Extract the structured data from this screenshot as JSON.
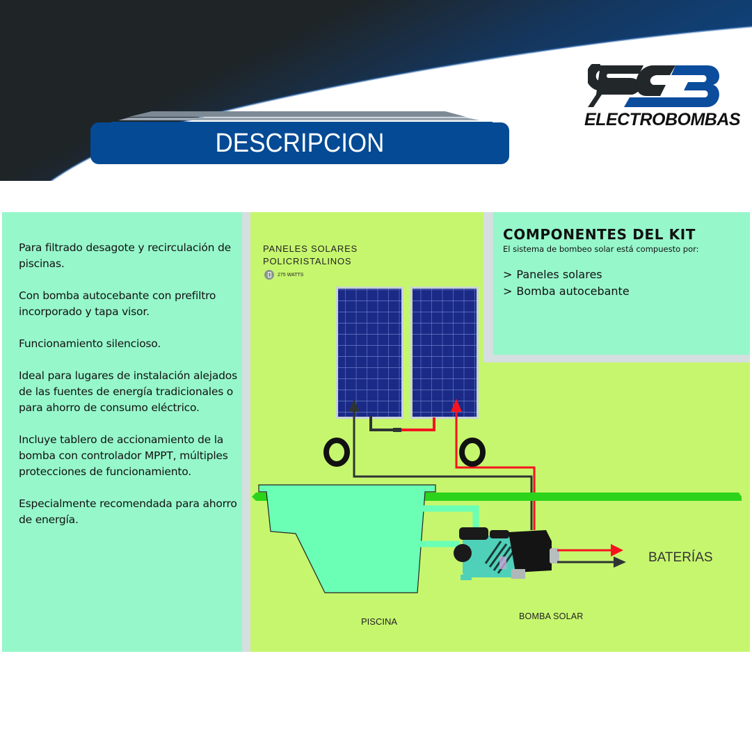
{
  "header": {
    "title": "DESCRIPCION",
    "colors": {
      "banner": "#044A94",
      "swoosh_dark": "#1F2427",
      "swoosh_blue": "#0B4C94"
    }
  },
  "logo": {
    "mark": "SCB",
    "text": "ELECTROBOMBAS",
    "colors": {
      "dark": "#22272A",
      "blue": "#0B4C9C"
    }
  },
  "features": [
    "Para filtrado desagote y recirculación de piscinas.",
    "Con bomba autocebante con prefiltro incorporado y tapa visor.",
    "Funcionamiento silencioso.",
    "Ideal para lugares de instalación alejados de las fuentes de energía tradicionales  o para ahorro de consumo eléctrico.",
    "Incluye tablero de accionamiento de la bomba con controlador MPPT, múltiples protecciones de funcionamiento.",
    "Especialmente recomendada para ahorro de energía."
  ],
  "kit": {
    "title": "COMPONENTES DEL KIT",
    "subtitle": "El sistema de bombeo solar está compuesto por:",
    "items": [
      {
        "chevron": ">",
        "label": "Paneles solares"
      },
      {
        "chevron": ">",
        "label": "Bomba autocebante"
      }
    ]
  },
  "diagram": {
    "panels_label_line1": "PANELES SOLARES",
    "panels_label_line2": "POLICRISTALINOS",
    "watts_icon": "battery-icon",
    "watts_label": "275 WATTS",
    "pool_label": "PISCINA",
    "pump_label": "BOMBA SOLAR",
    "batteries_label": "BATERÍAS",
    "colors": {
      "left_panel": "#96F7CB",
      "separator": "#D5DFDF",
      "diagram_bg": "#C6F66E",
      "ground": "#2BD41B",
      "pool_water": "#6BFFB5",
      "wire_positive": "#F5141E",
      "wire_negative": "#2E3434",
      "solar_cell": "#1A2E8C"
    }
  }
}
